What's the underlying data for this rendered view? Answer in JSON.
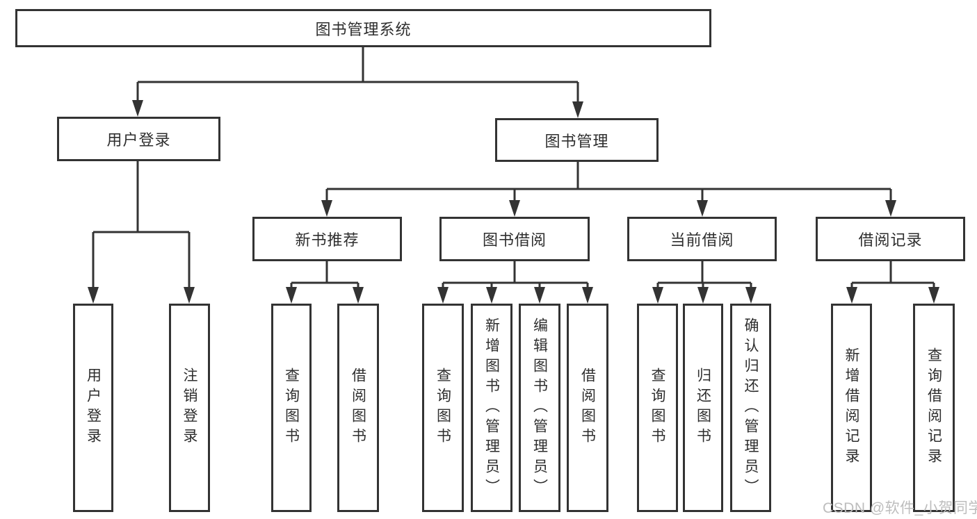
{
  "tree": {
    "label": "图书管理系统",
    "children": [
      {
        "label": "用户登录",
        "children": [
          {
            "label": "用户登录"
          },
          {
            "label": "注销登录"
          }
        ]
      },
      {
        "label": "图书管理",
        "children": [
          {
            "label": "新书推荐",
            "children": [
              {
                "label": "查询图书"
              },
              {
                "label": "借阅图书"
              }
            ]
          },
          {
            "label": "图书借阅",
            "children": [
              {
                "label": "查询图书"
              },
              {
                "label": "新增图书（管理员）"
              },
              {
                "label": "编辑图书（管理员）"
              },
              {
                "label": "借阅图书"
              }
            ]
          },
          {
            "label": "当前借阅",
            "children": [
              {
                "label": "查询图书"
              },
              {
                "label": "归还图书"
              },
              {
                "label": "确认归还（管理员）"
              }
            ]
          },
          {
            "label": "借阅记录",
            "children": [
              {
                "label": "新增借阅记录"
              },
              {
                "label": "查询借阅记录"
              }
            ]
          }
        ]
      }
    ]
  },
  "watermark": {
    "text": "CSDN @软件_小贺同学"
  },
  "colors": {
    "line": "#333333",
    "box_border": "#333333",
    "text": "#2e2e2e",
    "watermark": "#bdbdbd",
    "background": "#ffffff"
  }
}
